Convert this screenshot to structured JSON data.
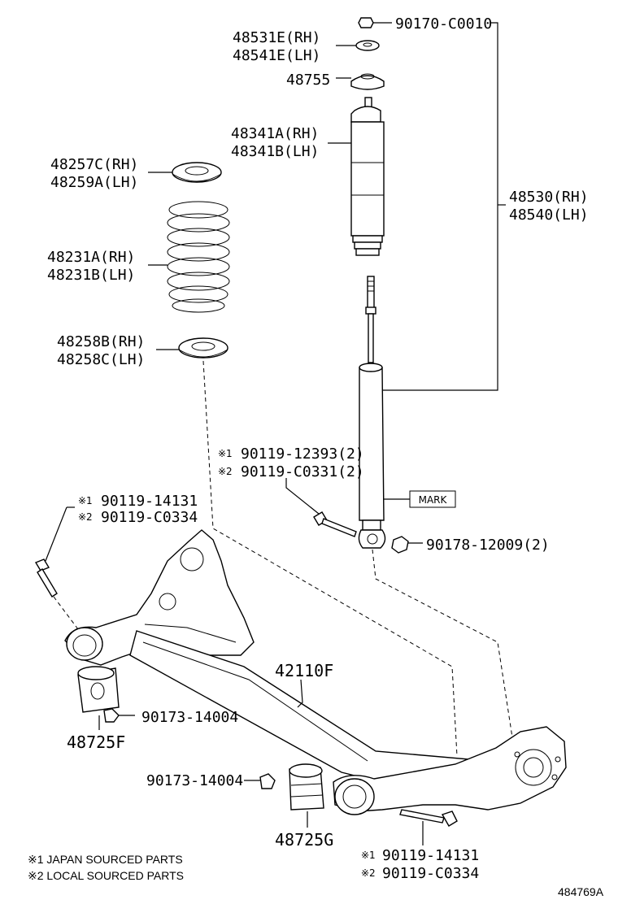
{
  "parts": {
    "nut_top": "90170-C0010",
    "insulator_rh": "48531E(RH)",
    "insulator_lh": "48541E(LH)",
    "bumper_support": "48755",
    "dust_boot_rh": "48341A(RH)",
    "dust_boot_lh": "48341B(LH)",
    "upper_seat_rh": "48257C(RH)",
    "upper_seat_lh": "48259A(LH)",
    "shock_rh": "48530(RH)",
    "shock_lh": "48540(LH)",
    "spring_rh": "48231A(RH)",
    "spring_lh": "48231B(LH)",
    "lower_seat_rh": "48258B(RH)",
    "lower_seat_lh": "48258C(LH)",
    "shock_bolt_1": "90119-12393(2)",
    "shock_bolt_2": "90119-C0331(2)",
    "beam_bolt_left_1": "90119-14131",
    "beam_bolt_left_2": "90119-C0334",
    "shock_nut": "90178-12009(2)",
    "mark_label": "MARK",
    "axle_beam": "42110F",
    "bushing_left_nut": "90173-14004",
    "bushing_left": "48725F",
    "bushing_right_nut": "90173-14004",
    "bushing_right": "48725G",
    "beam_bolt_right_1": "90119-14131",
    "beam_bolt_right_2": "90119-C0334"
  },
  "markers": {
    "m1": "※1",
    "m2": "※2"
  },
  "notes": {
    "japan": "※1 JAPAN SOURCED PARTS",
    "local": "※2 LOCAL SOURCED PARTS"
  },
  "diagram_id": "484769A"
}
